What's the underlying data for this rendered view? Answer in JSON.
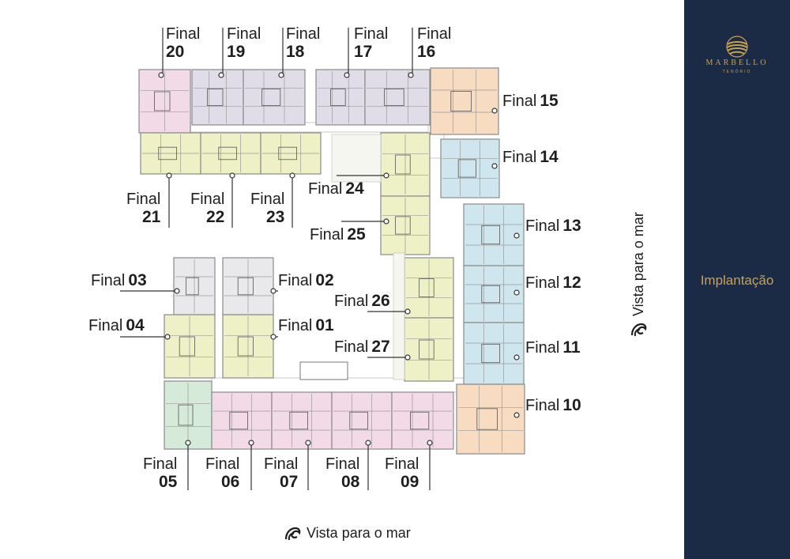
{
  "brand": {
    "name": "MARBELLO",
    "subtitle": "TENÓRIO",
    "accent_color": "#c9a24e",
    "panel_color": "#1b2a45"
  },
  "section_title": "Implantação",
  "sea_view": {
    "bottom": "Vista para o mar",
    "right": "Vista para o mar",
    "icon": "wave-icon"
  },
  "unit_word": "Final",
  "units": [
    {
      "num": "01"
    },
    {
      "num": "02"
    },
    {
      "num": "03"
    },
    {
      "num": "04"
    },
    {
      "num": "05"
    },
    {
      "num": "06"
    },
    {
      "num": "07"
    },
    {
      "num": "08"
    },
    {
      "num": "09"
    },
    {
      "num": "10"
    },
    {
      "num": "11"
    },
    {
      "num": "12"
    },
    {
      "num": "13"
    },
    {
      "num": "14"
    },
    {
      "num": "15"
    },
    {
      "num": "16"
    },
    {
      "num": "17"
    },
    {
      "num": "18"
    },
    {
      "num": "19"
    },
    {
      "num": "20"
    },
    {
      "num": "21"
    },
    {
      "num": "22"
    },
    {
      "num": "23"
    },
    {
      "num": "24"
    },
    {
      "num": "25"
    },
    {
      "num": "26"
    },
    {
      "num": "27"
    }
  ]
}
